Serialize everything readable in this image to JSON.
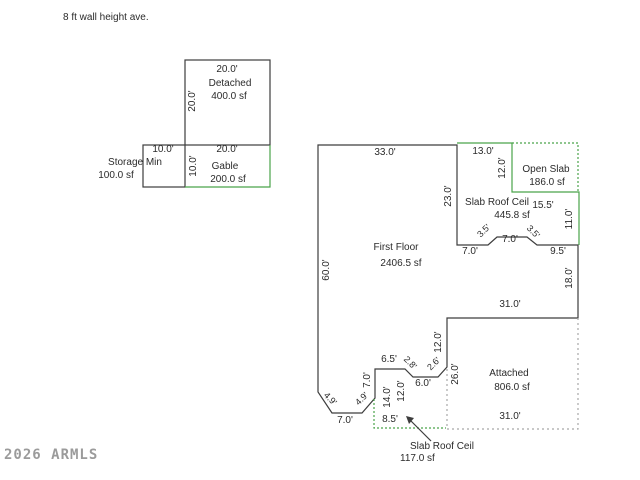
{
  "note": "8 ft wall height ave.",
  "watermark": "2026 ARMLS",
  "colors": {
    "wall": "#3d3d3d",
    "feature_green": "#4aa34a",
    "dotted_gray": "#a8a8a8",
    "text": "#2b2b2b",
    "watermark": "#9b9b9b"
  },
  "structures": {
    "detached": {
      "label": "Detached",
      "area": "400.0 sf",
      "dims": {
        "top": "20.0'",
        "left": "20.0'"
      }
    },
    "storage": {
      "label": "Storage Min",
      "area": "100.0 sf",
      "dims": {
        "top": "10.0'"
      }
    },
    "gable": {
      "label": "Gable",
      "area": "200.0 sf",
      "dims": {
        "top": "20.0'",
        "left": "10.0'"
      }
    },
    "first_floor": {
      "label": "First Floor",
      "area": "2406.5 sf",
      "dims": {
        "top": "33.0'",
        "left": "60.0'",
        "interior_right": "23.0'",
        "bay_left": "7.0'",
        "bay_chamfer_left": "3.5'",
        "bay_top": "7.0'",
        "bay_chamfer_right": "3.5'",
        "bay_right": "9.5'",
        "right": "18.0'",
        "bottom_right": "31.0'",
        "garage_wall": "12.0'",
        "garage_chamfer": "2.6'",
        "notch_bottom": "6.0'",
        "notch_chamfer": "2.8'",
        "notch_top": "6.5'",
        "notch_left": "7.0'",
        "sw_chamfer_right": "4.9'",
        "bottom": "7.0'",
        "sw_chamfer_left": "4.9'"
      }
    },
    "slab_roof_ceil_upper": {
      "label": "Slab Roof Ceil",
      "area": "445.8 sf",
      "dims": {
        "top": "13.0'",
        "left": "12.0'",
        "mid": "15.5'",
        "right": "11.0'"
      }
    },
    "open_slab": {
      "label": "Open Slab",
      "area": "186.0 sf"
    },
    "attached": {
      "label": "Attached",
      "area": "806.0 sf",
      "dims": {
        "left": "26.0'",
        "bottom": "31.0'"
      }
    },
    "slab_roof_ceil_lower": {
      "label": "Slab Roof Ceil",
      "area": "117.0 sf",
      "dims": {
        "height": "14.0'",
        "inner_height": "12.0'",
        "bottom": "8.5'"
      }
    }
  }
}
